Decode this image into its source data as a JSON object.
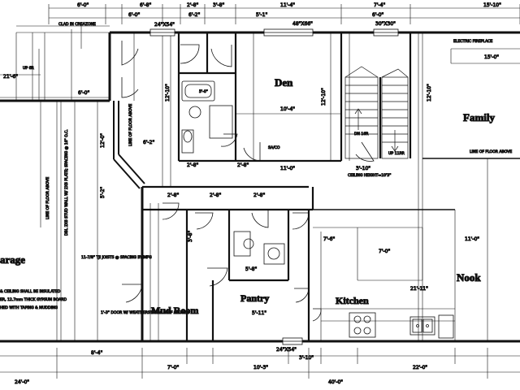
{
  "rooms": {
    "den": "Den",
    "family": "Family",
    "garage": "arage",
    "nook": "Nook",
    "mud_room": "Mud Room",
    "pantry": "Pantry",
    "kitchen": "Kitchen"
  },
  "top_dims": {
    "d1": "6'-0\"",
    "d2": "6'-0\"",
    "d3": "6'-8\"",
    "d4": "2'-8\"",
    "d5": "3'-8\"",
    "d6": "11'-4\"",
    "d7": "7'-4\"",
    "d8": "15'-10\"",
    "d9": "24\"X54\"",
    "d10": "5'-1\"",
    "d11": "48\"X66\"",
    "d12": "30\"X30\"",
    "d13": "6'-2\"",
    "d14": "6'-0\""
  },
  "notes": {
    "clad": "CLAD IN CREAZONE",
    "fireplace": "ELECTRIC FIREPLACE",
    "floor_above_left": "LINE OF FLOOR ABOVE",
    "floor_above_right": "LINE OF FLOOR ABOVE",
    "ceiling_height": "CEILING HEIGHT=10'3\"",
    "dn": "DN 16R",
    "up": "UP 11RR",
    "line_floor_above_garage": "LINE OF FLOOR ABOVE",
    "bearing_wall": "DBL 2X6 STUD WALL W/ 2X6 PLATE; SPACING @ 16\" O.C.",
    "door_note": "1'-3\" DOOR W/ WEATHERSTRIP & SELF CLOSER",
    "wall_note_1": "& CEILING SHALL BE INSULATED",
    "wall_note_2": "ER, 12.7mm THICK GYPSUM BOARD",
    "wall_note_3": "HED WITH TAPING & MUDDING",
    "width_note": "11-7/8\" TJI JOISTS @ SPACING BY MFG",
    "sa": "SA/CO",
    "up_left": "UP 6R",
    "vanity": "5'-0\"",
    "window_bottom": "24\"X54\""
  },
  "dims": {
    "left_21": "21'-6\"",
    "left_6": "6'-0\"",
    "den_w": "10'-4\"",
    "den_h": "12'-10\"",
    "den_b": "11'-0\"",
    "fam_h": "12'-10\"",
    "fam_w": "15'-0\"",
    "nook_w": "11'-0\"",
    "nook_h": "7'-0\"",
    "kit_w": "7'-6\"",
    "pantry_w": "5'-11\"",
    "mud_w": "5'-8\"",
    "b1": "8'-4\"",
    "b2": "7'-0\"",
    "b3": "10'-3\"",
    "b4": "3'-10\"",
    "b5": "22'-0\"",
    "bot_left": "24'-0\"",
    "bot_right": "40'-0\"",
    "v1": "12'-10\"",
    "v2": "12'-0\"",
    "v3": "5'-2\"",
    "v4": "3'-8\"",
    "v5": "21'-11\"",
    "stair_w": "3'-10\"",
    "ceil": "6'-2\"",
    "d_a": "2'-8\"",
    "d_b": "2'-8\"",
    "d_c": "2'-8\"",
    "d_d": "2'-8\"",
    "d_e": "2'-8\""
  }
}
